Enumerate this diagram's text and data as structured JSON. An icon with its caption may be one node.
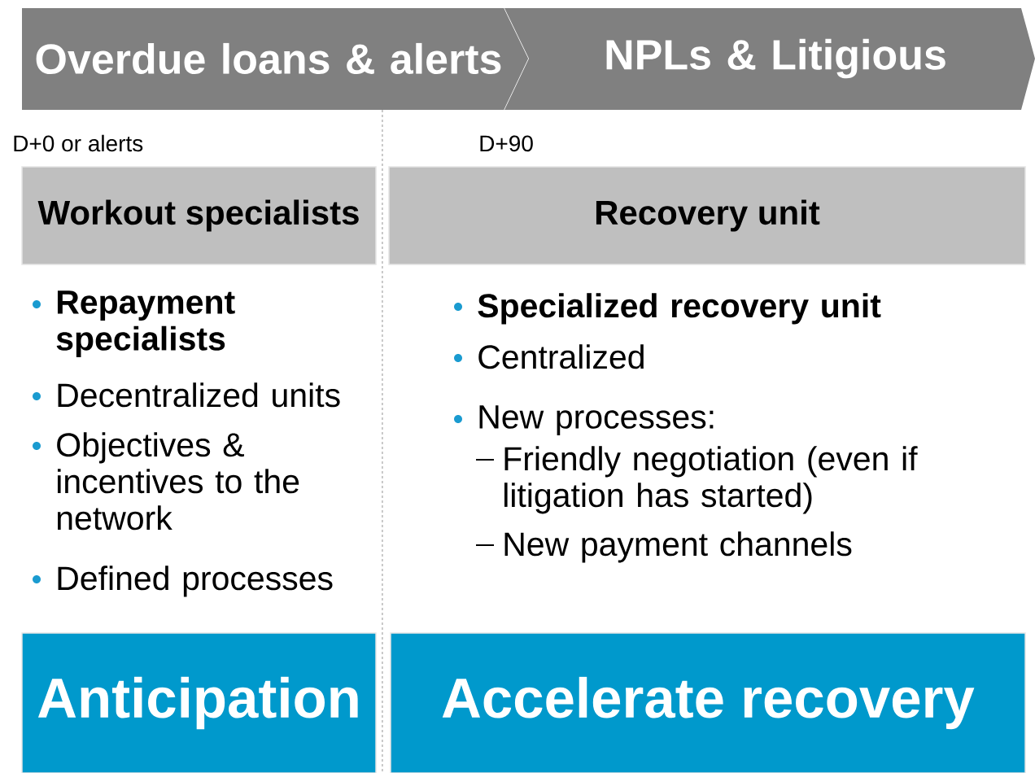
{
  "diagram": {
    "nodes": [
      {
        "text": [
          "Overdue loans & alerts"
        ]
      },
      {
        "text": [
          "NPLs & Litigious"
        ]
      },
      {
        "text": [
          "Workout specialists"
        ]
      },
      {
        "text": [
          "Recovery unit"
        ]
      },
      {
        "text": [
          "Anticipation"
        ]
      },
      {
        "text": [
          "Accelerate recovery"
        ]
      }
    ],
    "labels": [
      "D+0 or alerts",
      "D+90",
      "Repayment specialists",
      "Decentralized units",
      "Objectives & incentives to the network",
      "Defined processes",
      "Specialized recovery unit",
      "Centralized",
      "New processes:",
      "Friendly negotiation  (even if litigation has started)",
      "New payment channels"
    ]
  }
}
